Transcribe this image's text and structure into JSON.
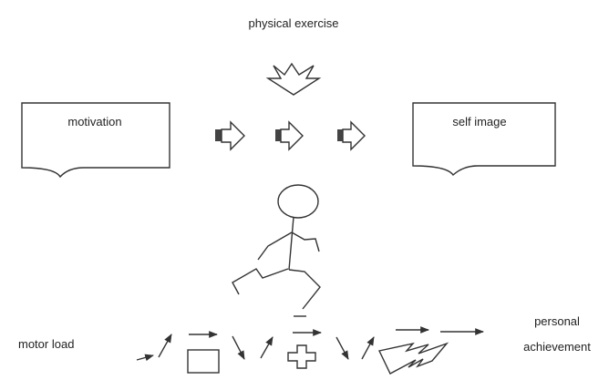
{
  "diagram": {
    "top_label": "physical exercise",
    "left_box_label": "motivation",
    "right_box_label": "self image",
    "bottom_left_label": "motor load",
    "bottom_right_label_line1": "personal",
    "bottom_right_label_line2": "achievement"
  },
  "colors": {
    "stroke": "#333333",
    "text": "#222222",
    "arrow_dark": "#444444"
  },
  "icons": {
    "down_arrow": "down-arrow-icon",
    "right_arrows": "right-block-arrow-icon",
    "runner": "stick-figure-runner-icon",
    "rectangle": "rectangle-icon",
    "cross": "cross-icon",
    "lightning": "lightning-icon"
  }
}
